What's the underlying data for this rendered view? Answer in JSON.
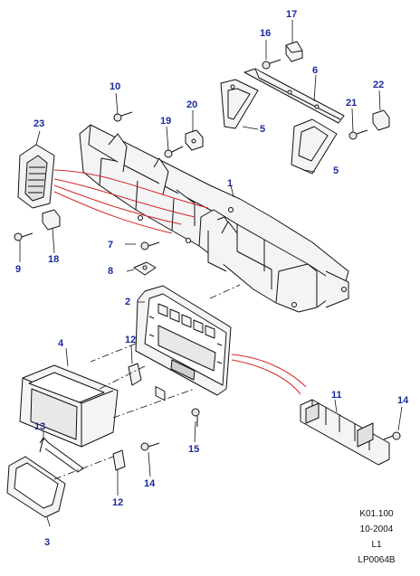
{
  "callouts": {
    "c1": "1",
    "c2": "2",
    "c3": "3",
    "c4": "4",
    "c5a": "5",
    "c5b": "5",
    "c6": "6",
    "c7": "7",
    "c8": "8",
    "c9": "9",
    "c10": "10",
    "c11": "11",
    "c12a": "12",
    "c12b": "12",
    "c13": "13",
    "c14a": "14",
    "c14b": "14",
    "c15": "15",
    "c16": "16",
    "c17": "17",
    "c18": "18",
    "c19": "19",
    "c20": "20",
    "c21": "21",
    "c22": "22",
    "c23": "23"
  },
  "reference": {
    "code": "K01.100",
    "date": "10-2004",
    "level": "L1",
    "illustration": "LP0064B"
  },
  "colors": {
    "callout": "#1a2a9c",
    "line": "#111111",
    "harness": "#d4282a"
  }
}
